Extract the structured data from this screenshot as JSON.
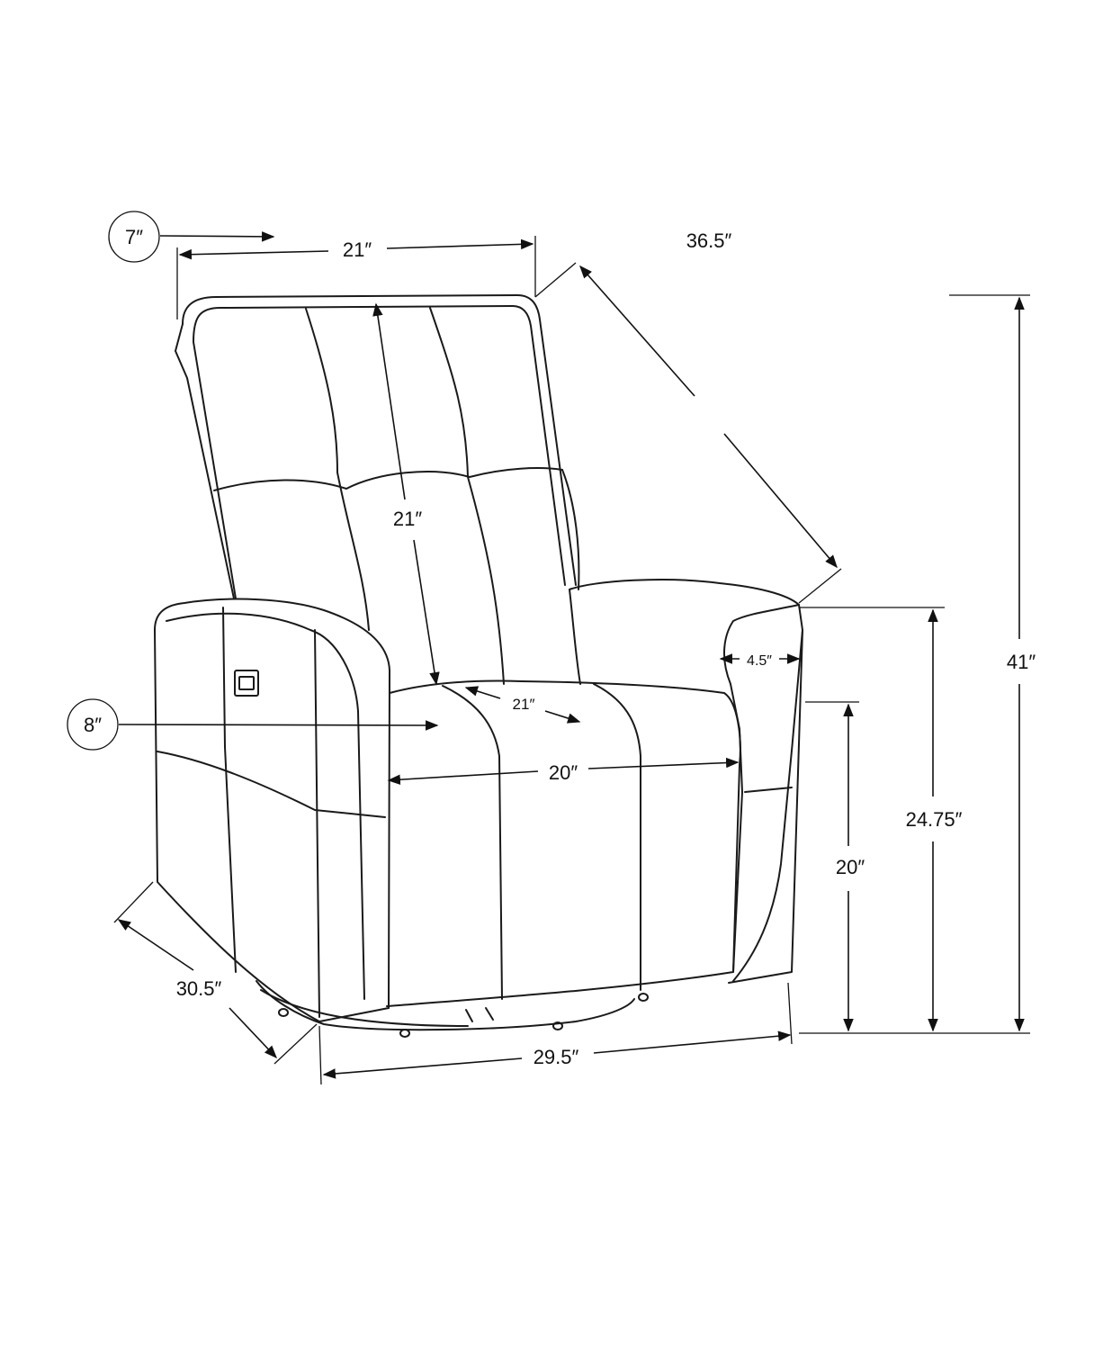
{
  "dimensions": {
    "back_width": "21″",
    "back_length": "21″",
    "diagonal_depth": "36.5″",
    "total_height": "41″",
    "back_cushion_thickness": "7″",
    "seat_cushion_thickness": "8″",
    "seat_depth": "21″",
    "seat_width": "20″",
    "arm_width": "4.5″",
    "arm_height": "24.75″",
    "seat_height": "20″",
    "side_depth": "30.5″",
    "overall_width": "29.5″"
  },
  "colors": {
    "line": "#1a1a1a",
    "background": "#ffffff"
  }
}
